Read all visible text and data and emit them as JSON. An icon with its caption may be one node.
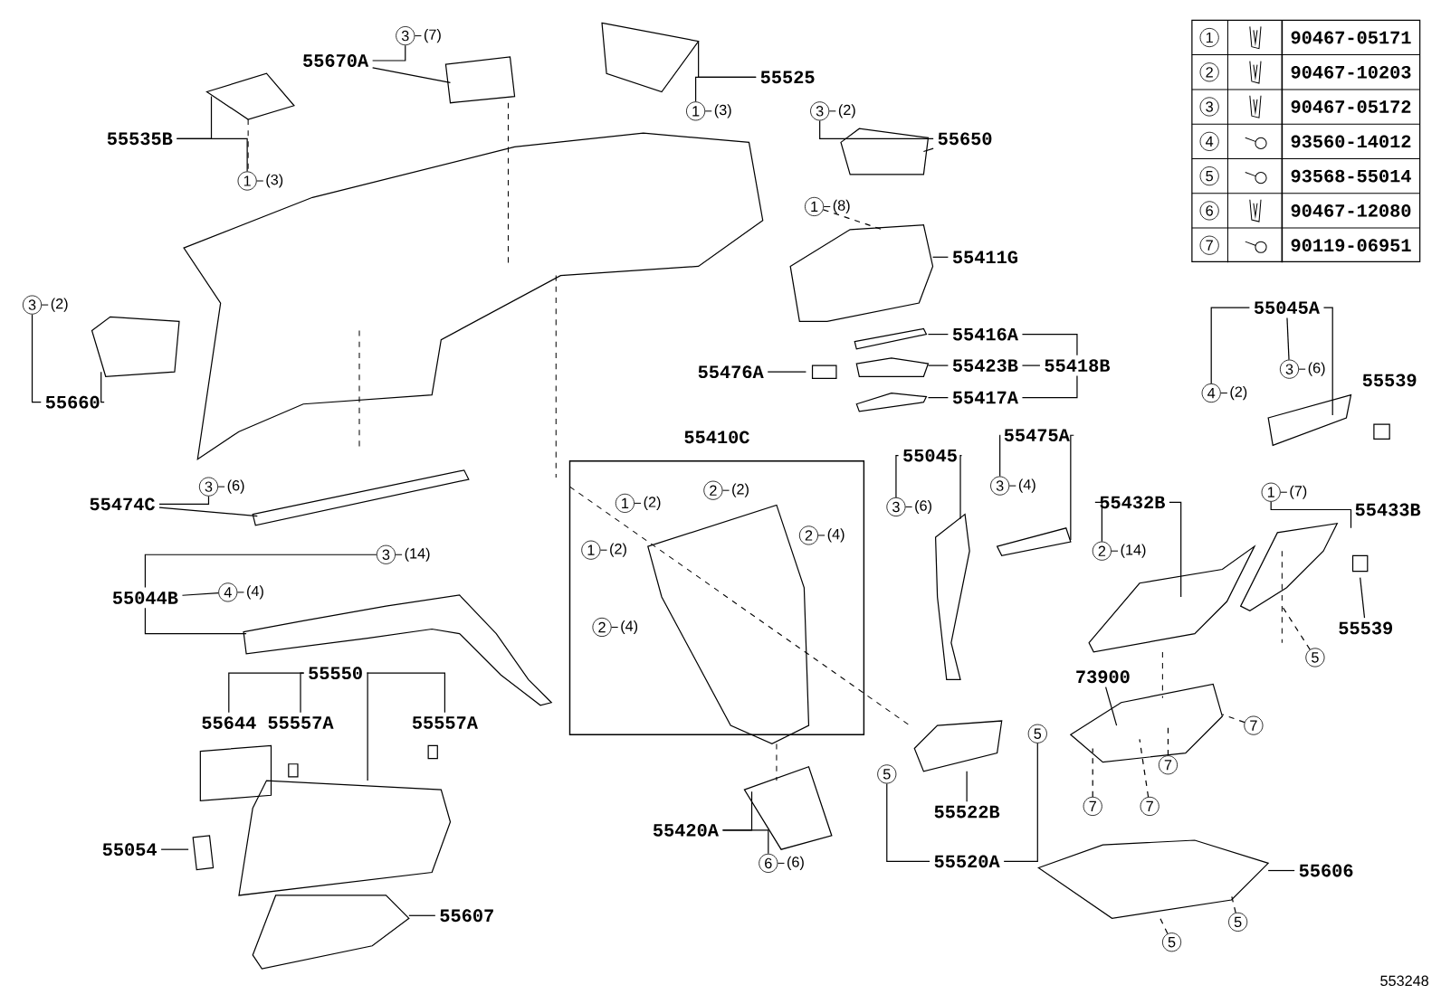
{
  "diagram": {
    "nodes": [
      {
        "text": [
          "55670A"
        ]
      },
      {
        "text": [
          "55525"
        ]
      },
      {
        "text": [
          "55535B"
        ]
      },
      {
        "text": [
          "55650"
        ]
      },
      {
        "text": [
          "55411G"
        ]
      },
      {
        "text": [
          "55660"
        ]
      },
      {
        "text": [
          "55045A"
        ]
      },
      {
        "text": [
          "55416A"
        ]
      },
      {
        "text": [
          "55476A"
        ]
      },
      {
        "text": [
          "55423B"
        ]
      },
      {
        "text": [
          "55418B"
        ]
      },
      {
        "text": [
          "55539"
        ]
      },
      {
        "text": [
          "55417A"
        ]
      },
      {
        "text": [
          "55410C"
        ]
      },
      {
        "text": [
          "55045"
        ]
      },
      {
        "text": [
          "55475A"
        ]
      },
      {
        "text": [
          "55474C"
        ]
      },
      {
        "text": [
          "55432B"
        ]
      },
      {
        "text": [
          "55433B"
        ]
      },
      {
        "text": [
          "55044B"
        ]
      },
      {
        "text": [
          "55539"
        ]
      },
      {
        "text": [
          "55550"
        ]
      },
      {
        "text": [
          "73900"
        ]
      },
      {
        "text": [
          "55644"
        ]
      },
      {
        "text": [
          "55557A"
        ]
      },
      {
        "text": [
          "55557A"
        ]
      },
      {
        "text": [
          "55522B"
        ]
      },
      {
        "text": [
          "55054"
        ]
      },
      {
        "text": [
          "55420A"
        ]
      },
      {
        "text": [
          "55520A"
        ]
      },
      {
        "text": [
          "55606"
        ]
      },
      {
        "text": [
          "55607"
        ]
      },
      {
        "text": [
          "3"
        ],
        "beside": [
          "(7)"
        ]
      },
      {
        "text": [
          "1"
        ],
        "beside": [
          "(3)"
        ]
      },
      {
        "text": [
          "1"
        ],
        "beside": [
          "(3)"
        ]
      },
      {
        "text": [
          "3"
        ],
        "beside": [
          "(2)"
        ]
      },
      {
        "text": [
          "1"
        ],
        "beside": [
          "(8)"
        ]
      },
      {
        "text": [
          "3"
        ],
        "beside": [
          "(2)"
        ]
      },
      {
        "text": [
          "4"
        ],
        "beside": [
          "(2)"
        ]
      },
      {
        "text": [
          "3"
        ],
        "beside": [
          "(6)"
        ]
      },
      {
        "text": [
          "3"
        ],
        "beside": [
          "(6)"
        ]
      },
      {
        "text": [
          "2"
        ],
        "beside": [
          "(2)"
        ],
        "in": 13
      },
      {
        "text": [
          "1"
        ],
        "beside": [
          "(2)"
        ],
        "in": 13
      },
      {
        "text": [
          "2"
        ],
        "beside": [
          "(4)"
        ],
        "in": 13
      },
      {
        "text": [
          "1"
        ],
        "beside": [
          "(2)"
        ],
        "in": 13
      },
      {
        "text": [
          "2"
        ],
        "beside": [
          "(4)"
        ],
        "in": 13
      },
      {
        "text": [
          "3"
        ],
        "beside": [
          "(6)"
        ]
      },
      {
        "text": [
          "3"
        ],
        "beside": [
          "(4)"
        ]
      },
      {
        "text": [
          "2"
        ],
        "beside": [
          "(14)"
        ]
      },
      {
        "text": [
          "1"
        ],
        "beside": [
          "(7)"
        ]
      },
      {
        "text": [
          "3"
        ],
        "beside": [
          "(14)"
        ]
      },
      {
        "text": [
          "4"
        ],
        "beside": [
          "(4)"
        ]
      },
      {
        "text": [
          "5"
        ]
      },
      {
        "text": [
          "7"
        ]
      },
      {
        "text": [
          "7"
        ]
      },
      {
        "text": [
          "7"
        ]
      },
      {
        "text": [
          "7"
        ]
      },
      {
        "text": [
          "5"
        ]
      },
      {
        "text": [
          "5"
        ]
      },
      {
        "text": [
          "6"
        ],
        "beside": [
          "(6)"
        ]
      },
      {
        "text": [
          "5"
        ]
      },
      {
        "text": [
          "5"
        ]
      }
    ],
    "edges": [
      {
        "from": 0,
        "to": 32,
        "arrow": "none"
      },
      {
        "from": 0,
        "to": null,
        "arrow": "none"
      },
      {
        "from": 1,
        "to": 33,
        "arrow": "none"
      },
      {
        "from": 1,
        "to": null,
        "arrow": "none"
      },
      {
        "from": 2,
        "to": 34,
        "arrow": "none"
      },
      {
        "from": 2,
        "to": null,
        "arrow": "none"
      },
      {
        "from": 3,
        "to": 35,
        "arrow": "none"
      },
      {
        "from": 3,
        "to": null,
        "arrow": "none"
      },
      {
        "from": 4,
        "to": null,
        "arrow": "none"
      },
      {
        "from": 36,
        "to": null,
        "arrow": "none",
        "style": "dashed"
      },
      {
        "from": 5,
        "to": 37,
        "arrow": "none"
      },
      {
        "from": 5,
        "to": null,
        "arrow": "none"
      },
      {
        "from": 6,
        "to": 38,
        "arrow": "none"
      },
      {
        "from": 6,
        "to": 39,
        "arrow": "none"
      },
      {
        "from": 6,
        "to": null,
        "arrow": "none"
      },
      {
        "from": 10,
        "to": 7,
        "arrow": "none"
      },
      {
        "from": 10,
        "to": 9,
        "arrow": "none"
      },
      {
        "from": 10,
        "to": 12,
        "arrow": "none"
      },
      {
        "from": 7,
        "to": null,
        "arrow": "none"
      },
      {
        "from": 9,
        "to": null,
        "arrow": "none"
      },
      {
        "from": 12,
        "to": null,
        "arrow": "none"
      },
      {
        "from": 8,
        "to": null,
        "arrow": "none"
      },
      {
        "from": 14,
        "to": 46,
        "arrow": "none"
      },
      {
        "from": 14,
        "to": null,
        "arrow": "none"
      },
      {
        "from": 15,
        "to": 47,
        "arrow": "none"
      },
      {
        "from": 15,
        "to": null,
        "arrow": "none"
      },
      {
        "from": 16,
        "to": 40,
        "arrow": "none"
      },
      {
        "from": 16,
        "to": null,
        "arrow": "none"
      },
      {
        "from": 17,
        "to": 48,
        "arrow": "none"
      },
      {
        "from": 17,
        "to": null,
        "arrow": "none"
      },
      {
        "from": 18,
        "to": 49,
        "arrow": "none"
      },
      {
        "from": 18,
        "to": null,
        "arrow": "none"
      },
      {
        "from": 19,
        "to": 50,
        "arrow": "none"
      },
      {
        "from": 19,
        "to": 51,
        "arrow": "none"
      },
      {
        "from": 19,
        "to": null,
        "arrow": "none"
      },
      {
        "from": 20,
        "to": null,
        "arrow": "none"
      },
      {
        "from": 21,
        "to": 23,
        "arrow": "none"
      },
      {
        "from": 21,
        "to": 24,
        "arrow": "none"
      },
      {
        "from": 21,
        "to": 25,
        "arrow": "none"
      },
      {
        "from": 21,
        "to": null,
        "arrow": "none"
      },
      {
        "from": 22,
        "to": null,
        "arrow": "none"
      },
      {
        "from": 26,
        "to": null,
        "arrow": "none"
      },
      {
        "from": 29,
        "to": 58,
        "arrow": "none"
      },
      {
        "from": 29,
        "to": 57,
        "arrow": "none"
      },
      {
        "from": 28,
        "to": 59,
        "arrow": "none"
      },
      {
        "from": 28,
        "to": null,
        "arrow": "none"
      },
      {
        "from": 27,
        "to": null,
        "arrow": "none"
      },
      {
        "from": 30,
        "to": null,
        "arrow": "none"
      },
      {
        "from": 31,
        "to": null,
        "arrow": "none"
      },
      {
        "from": 52,
        "to": null,
        "arrow": "none",
        "style": "dashed"
      },
      {
        "from": 53,
        "to": null,
        "arrow": "none",
        "style": "dashed"
      },
      {
        "from": 54,
        "to": null,
        "arrow": "none",
        "style": "dashed"
      },
      {
        "from": 55,
        "to": null,
        "arrow": "none",
        "style": "dashed"
      },
      {
        "from": 56,
        "to": null,
        "arrow": "none",
        "style": "dashed"
      },
      {
        "from": 60,
        "to": null,
        "arrow": "none",
        "style": "dashed"
      },
      {
        "from": 61,
        "to": null,
        "arrow": "none",
        "style": "dashed"
      }
    ],
    "labels": [
      "1",
      "90467-05171",
      "2",
      "90467-10203",
      "3",
      "90467-05172",
      "4",
      "93560-14012",
      "5",
      "93568-55014",
      "6",
      "90467-12080",
      "7",
      "90119-06951",
      "553248"
    ]
  }
}
